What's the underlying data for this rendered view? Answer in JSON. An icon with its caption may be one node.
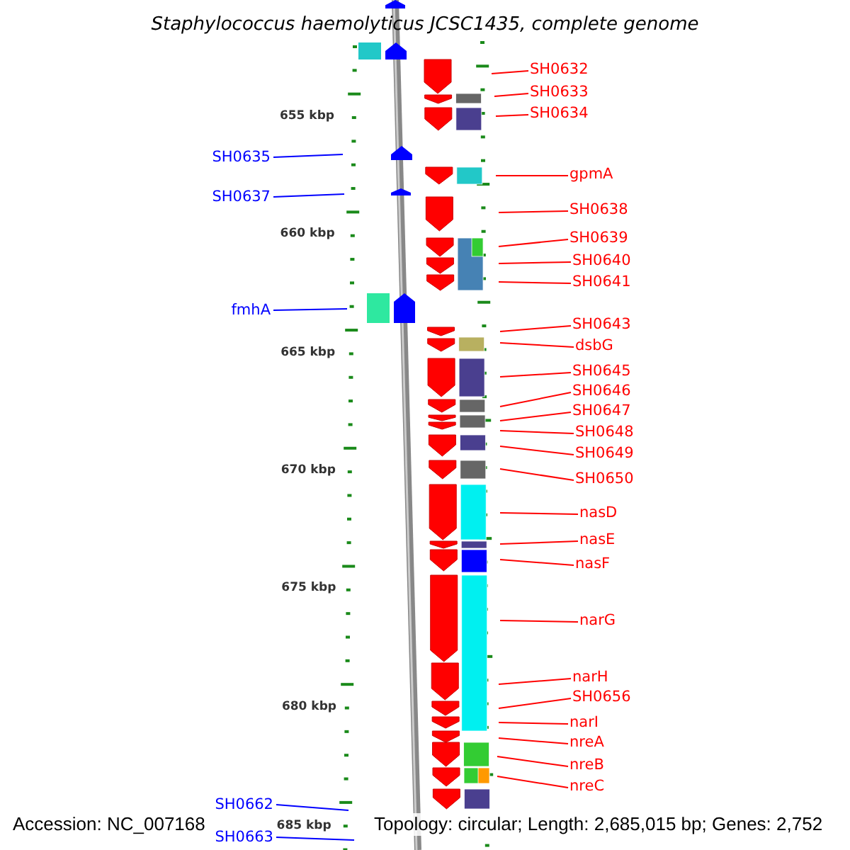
{
  "diagram": {
    "title": "Staphylococcus haemolyticus JCSC1435, complete genome",
    "nodes": [
      {
        "text": [
          "SH0632"
        ]
      },
      {
        "text": [
          "SH0633"
        ]
      },
      {
        "text": [
          "SH0634"
        ]
      },
      {
        "text": [
          "SH0635"
        ]
      },
      {
        "text": [
          "gpmA"
        ]
      },
      {
        "text": [
          "SH0637"
        ]
      },
      {
        "text": [
          "SH0638"
        ]
      },
      {
        "text": [
          "SH0639"
        ]
      },
      {
        "text": [
          "SH0640"
        ]
      },
      {
        "text": [
          "SH0641"
        ]
      },
      {
        "text": [
          "fmhA"
        ]
      },
      {
        "text": [
          "SH0643"
        ]
      },
      {
        "text": [
          "dsbG"
        ]
      },
      {
        "text": [
          "SH0645"
        ]
      },
      {
        "text": [
          "SH0646"
        ]
      },
      {
        "text": [
          "SH0647"
        ]
      },
      {
        "text": [
          "SH0648"
        ]
      },
      {
        "text": [
          "SH0649"
        ]
      },
      {
        "text": [
          "SH0650"
        ]
      },
      {
        "text": [
          "nasD"
        ]
      },
      {
        "text": [
          "nasE"
        ]
      },
      {
        "text": [
          "nasF"
        ]
      },
      {
        "text": [
          "narG"
        ]
      },
      {
        "text": [
          "narH"
        ]
      },
      {
        "text": [
          "SH0656"
        ]
      },
      {
        "text": [
          "narI"
        ]
      },
      {
        "text": [
          "nreA"
        ]
      },
      {
        "text": [
          "nreB"
        ]
      },
      {
        "text": [
          "nreC"
        ]
      },
      {
        "text": [
          "SH0662"
        ]
      },
      {
        "text": [
          "SH0663"
        ]
      }
    ],
    "edges": [
      {
        "from": 0,
        "to": null,
        "arrow": "none"
      },
      {
        "from": 1,
        "to": null,
        "arrow": "none"
      },
      {
        "from": 2,
        "to": null,
        "arrow": "none"
      },
      {
        "from": 3,
        "to": null,
        "arrow": "none",
        "color": "#0000ff"
      },
      {
        "from": 4,
        "to": null,
        "arrow": "none"
      },
      {
        "from": 5,
        "to": null,
        "arrow": "none",
        "color": "#0000ff"
      },
      {
        "from": 6,
        "to": null,
        "arrow": "none"
      },
      {
        "from": 7,
        "to": null,
        "arrow": "none"
      },
      {
        "from": 8,
        "to": null,
        "arrow": "none"
      },
      {
        "from": 9,
        "to": null,
        "arrow": "none"
      },
      {
        "from": 10,
        "to": null,
        "arrow": "none",
        "color": "#0000ff"
      },
      {
        "from": 11,
        "to": null,
        "arrow": "none"
      },
      {
        "from": 12,
        "to": null,
        "arrow": "none"
      },
      {
        "from": 13,
        "to": null,
        "arrow": "none"
      },
      {
        "from": 14,
        "to": null,
        "arrow": "none"
      },
      {
        "from": 15,
        "to": null,
        "arrow": "none"
      },
      {
        "from": 16,
        "to": null,
        "arrow": "none"
      },
      {
        "from": 17,
        "to": null,
        "arrow": "none"
      },
      {
        "from": 18,
        "to": null,
        "arrow": "none"
      },
      {
        "from": 19,
        "to": null,
        "arrow": "none"
      },
      {
        "from": 20,
        "to": null,
        "arrow": "none"
      },
      {
        "from": 21,
        "to": null,
        "arrow": "none"
      },
      {
        "from": 22,
        "to": null,
        "arrow": "none"
      },
      {
        "from": 23,
        "to": null,
        "arrow": "none"
      },
      {
        "from": 24,
        "to": null,
        "arrow": "none"
      },
      {
        "from": 25,
        "to": null,
        "arrow": "none"
      },
      {
        "from": 26,
        "to": null,
        "arrow": "none"
      },
      {
        "from": 27,
        "to": null,
        "arrow": "none"
      },
      {
        "from": 28,
        "to": null,
        "arrow": "none"
      },
      {
        "from": 29,
        "to": null,
        "arrow": "none",
        "color": "#0000ff"
      },
      {
        "from": 30,
        "to": null,
        "arrow": "none",
        "color": "#0000ff"
      }
    ],
    "labels": [
      "655 kbp",
      "660 kbp",
      "665 kbp",
      "670 kbp",
      "675 kbp",
      "680 kbp",
      "685 kbp",
      "Accession: NC_007168",
      "Topology: circular; Length: 2,685,015 bp; Genes: 2,752"
    ]
  }
}
